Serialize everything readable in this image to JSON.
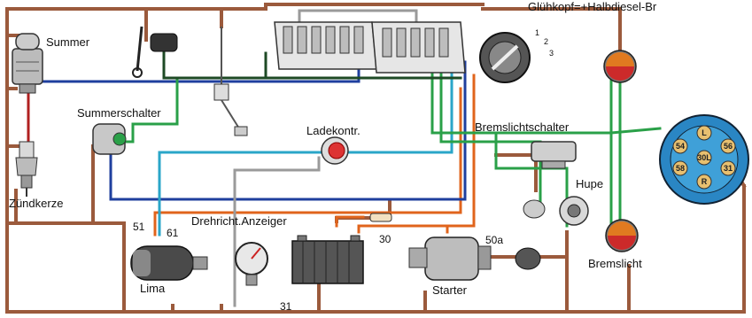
{
  "title": "Glühkopf=+Halbdiesel-Br",
  "colors": {
    "main_brown": "#9b5a3c",
    "orange": "#e0641c",
    "green": "#2aa048",
    "blue": "#1f3f9e",
    "cyan": "#2aa6c8",
    "gray": "#9a9a9a",
    "black": "#111111",
    "dark_green": "#1e5a2a"
  },
  "labels": {
    "summer": "Summer",
    "summerschalter": "Summerschalter",
    "zuendkerze": "Zündkerze",
    "ladekontr": "Ladekontr.",
    "bremslichtschalter": "Bremslichtschalter",
    "hupe": "Hupe",
    "drehricht": "Drehricht.Anzeiger",
    "lima": "Lima",
    "starter": "Starter",
    "bremslicht": "Bremslicht"
  },
  "terminals": {
    "t51": "51",
    "t61": "61",
    "t30": "30",
    "t50a": "50a",
    "t31": "31"
  },
  "selector_positions": [
    "1",
    "2",
    "3"
  ],
  "socket_pins": [
    "L",
    "54",
    "58",
    "56",
    "31",
    "R",
    "30L"
  ]
}
